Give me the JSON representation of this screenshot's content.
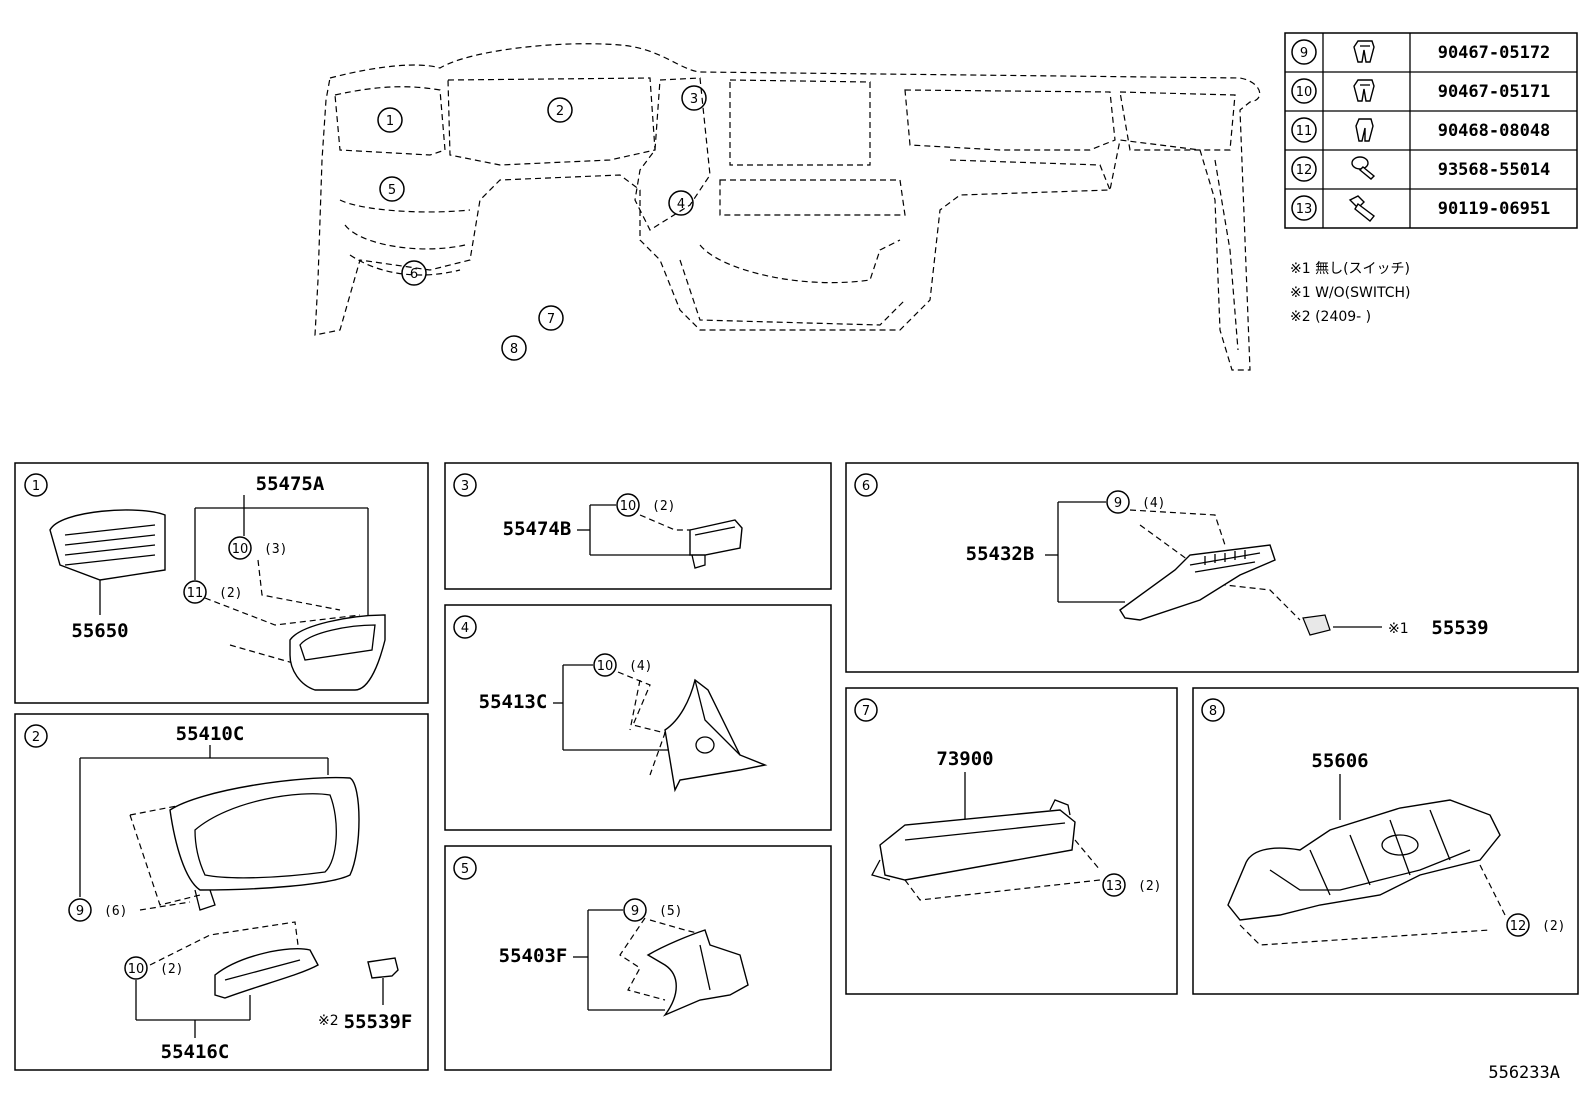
{
  "fastener_table": {
    "rows": [
      {
        "index": "9",
        "icon": "clip-icon",
        "part_no": "90467-05172"
      },
      {
        "index": "10",
        "icon": "clip-icon",
        "part_no": "90467-05171"
      },
      {
        "index": "11",
        "icon": "clip-icon",
        "part_no": "90468-08048"
      },
      {
        "index": "12",
        "icon": "screw-icon",
        "part_no": "93568-55014"
      },
      {
        "index": "13",
        "icon": "bolt-icon",
        "part_no": "90119-06951"
      }
    ]
  },
  "notes": [
    "※1 無し(スイッチ)",
    "※1 W/O(SWITCH)",
    "※2 (2409-    )"
  ],
  "overview": {
    "callouts": [
      "1",
      "2",
      "3",
      "4",
      "5",
      "6",
      "7",
      "8"
    ]
  },
  "panels": {
    "p1": {
      "index": "1",
      "parts": [
        "55475A",
        "55650"
      ],
      "fasteners": [
        {
          "index": "10",
          "qty": "(3)"
        },
        {
          "index": "11",
          "qty": "(2)"
        }
      ]
    },
    "p2": {
      "index": "2",
      "parts": [
        "55410C",
        "55416C",
        "55539F"
      ],
      "note_mark": "※2",
      "fasteners": [
        {
          "index": "9",
          "qty": "(6)"
        },
        {
          "index": "10",
          "qty": "(2)"
        }
      ]
    },
    "p3": {
      "index": "3",
      "parts": [
        "55474B"
      ],
      "fasteners": [
        {
          "index": "10",
          "qty": "(2)"
        }
      ]
    },
    "p4": {
      "index": "4",
      "parts": [
        "55413C"
      ],
      "fasteners": [
        {
          "index": "10",
          "qty": "(4)"
        }
      ]
    },
    "p5": {
      "index": "5",
      "parts": [
        "55403F"
      ],
      "fasteners": [
        {
          "index": "9",
          "qty": "(5)"
        }
      ]
    },
    "p6": {
      "index": "6",
      "parts": [
        "55432B",
        "55539"
      ],
      "note_mark": "※1",
      "fasteners": [
        {
          "index": "9",
          "qty": "(4)"
        }
      ]
    },
    "p7": {
      "index": "7",
      "parts": [
        "73900"
      ],
      "fasteners": [
        {
          "index": "13",
          "qty": "(2)"
        }
      ]
    },
    "p8": {
      "index": "8",
      "parts": [
        "55606"
      ],
      "fasteners": [
        {
          "index": "12",
          "qty": "(2)"
        }
      ]
    }
  },
  "diagram_id": "556233A"
}
